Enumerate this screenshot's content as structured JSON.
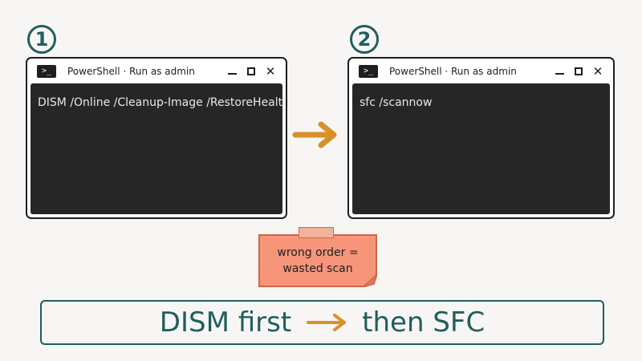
{
  "steps": [
    {
      "number": "1",
      "window_title": "PowerShell · Run as admin",
      "prompt_icon": ">_",
      "command": "DISM /Online /Cleanup-Image /RestoreHealth"
    },
    {
      "number": "2",
      "window_title": "PowerShell · Run as admin",
      "prompt_icon": ">_",
      "command": "sfc /scannow"
    }
  ],
  "note": {
    "line1": "wrong order =",
    "line2": "wasted scan"
  },
  "banner": {
    "left": "DISM first",
    "right": "then SFC"
  },
  "colors": {
    "accent_teal": "#1f5f5c",
    "arrow_orange": "#d8912a",
    "note_fill": "#f6957a",
    "console_bg": "#262626"
  }
}
